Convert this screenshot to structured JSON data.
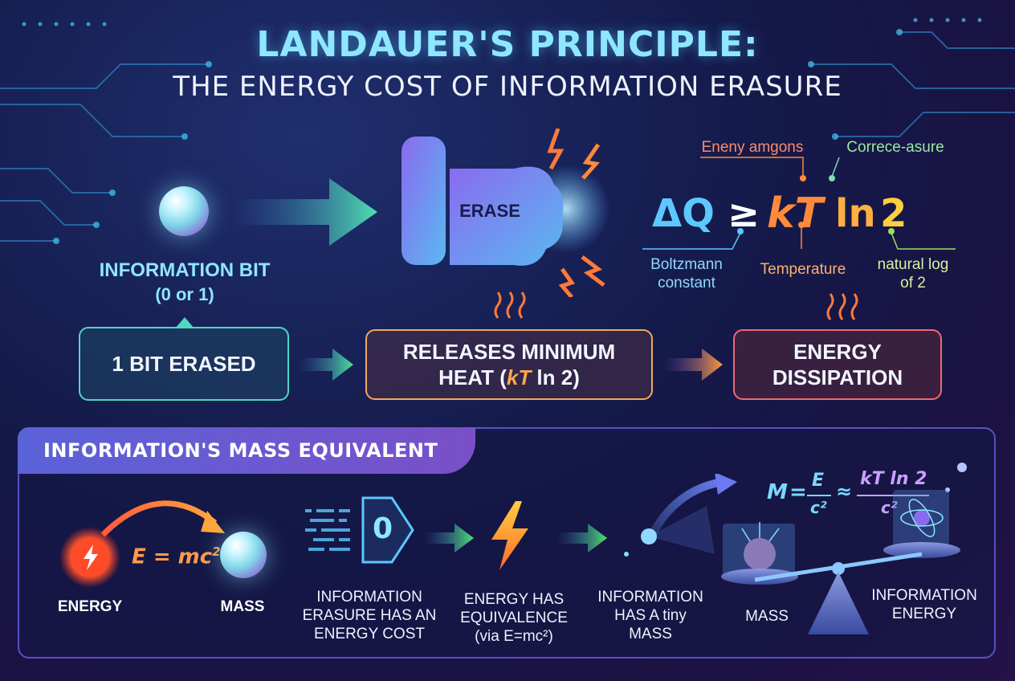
{
  "title": "LANDAUER'S PRINCIPLE:",
  "subtitle": "THE ENERGY COST OF INFORMATION ERASURE",
  "bit": {
    "label": "INFORMATION BIT",
    "sublabel": "(0 or 1)"
  },
  "erase_label": "ERASE",
  "equation": {
    "lhs": "ΔQ",
    "op": "≥",
    "kt": "kT",
    "ln": "ln",
    "two": "2",
    "annotations": {
      "top_left": "Eneny amgons",
      "top_right": "Correce-asure",
      "boltzmann": [
        "Boltzmann",
        "constant"
      ],
      "temperature": "Temperature",
      "natural_log": [
        "natural log",
        "of 2"
      ]
    }
  },
  "flow": {
    "step1": "1 BIT ERASED",
    "step2_line1": "RELEASES MINIMUM",
    "step2_line2_prefix": "HEAT (",
    "step2_hl": "kT",
    "step2_line2_suffix": " ln 2)",
    "step3_line1": "ENERGY",
    "step3_line2": "DISSIPATION"
  },
  "panel": {
    "title": "INFORMATION'S MASS EQUIVALENT",
    "emc2_left": "E = mc",
    "emc2_sup": "2",
    "energy_label": "ENERGY",
    "mass_label": "MASS",
    "zero_digit": "0",
    "caption1": [
      "INFORMATION",
      "ERASURE HAS AN",
      "ENERGY COST"
    ],
    "caption2": [
      "ENERGY HAS",
      "EQUIVALENCE",
      "(via E=mc²)"
    ],
    "caption3_l1": "INFORMATION",
    "caption3_l2": "HAS A tiny",
    "caption3_l3": "MASS",
    "formula": {
      "m": "M",
      "eq": "=",
      "num1": "E",
      "den1": "c²",
      "approx": "≈",
      "num2": "kT ln 2",
      "den2": "c²"
    },
    "scale_mass": "MASS",
    "scale_info": [
      "INFORMATION",
      "ENERGY"
    ]
  },
  "colors": {
    "accent_cyan": "#8fe6ff",
    "orange": "#ffa64a",
    "teal": "#4fd6c4",
    "red": "#f06a70",
    "purple": "#7a50c8"
  }
}
